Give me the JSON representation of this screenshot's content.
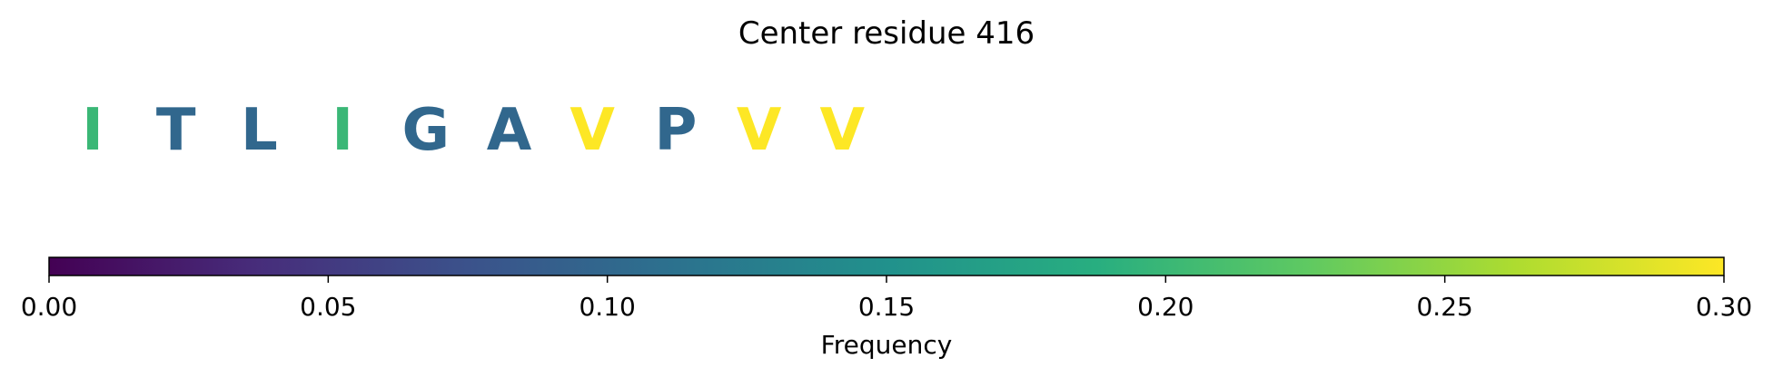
{
  "chart_data": {
    "type": "sequence-colorbar",
    "title": "Center residue 416",
    "residues": [
      {
        "letter": "I",
        "frequency": 0.2
      },
      {
        "letter": "T",
        "frequency": 0.1
      },
      {
        "letter": "L",
        "frequency": 0.1
      },
      {
        "letter": "I",
        "frequency": 0.2
      },
      {
        "letter": "G",
        "frequency": 0.1
      },
      {
        "letter": "A",
        "frequency": 0.1
      },
      {
        "letter": "V",
        "frequency": 0.3
      },
      {
        "letter": "P",
        "frequency": 0.1
      },
      {
        "letter": "V",
        "frequency": 0.3
      },
      {
        "letter": "V",
        "frequency": 0.3
      }
    ],
    "colorbar": {
      "label": "Frequency",
      "colormap": "viridis",
      "range": [
        0.0,
        0.3
      ],
      "ticks": [
        0.0,
        0.05,
        0.1,
        0.15,
        0.2,
        0.25,
        0.3
      ],
      "tick_labels": [
        "0.00",
        "0.05",
        "0.10",
        "0.15",
        "0.20",
        "0.25",
        "0.30"
      ]
    }
  }
}
